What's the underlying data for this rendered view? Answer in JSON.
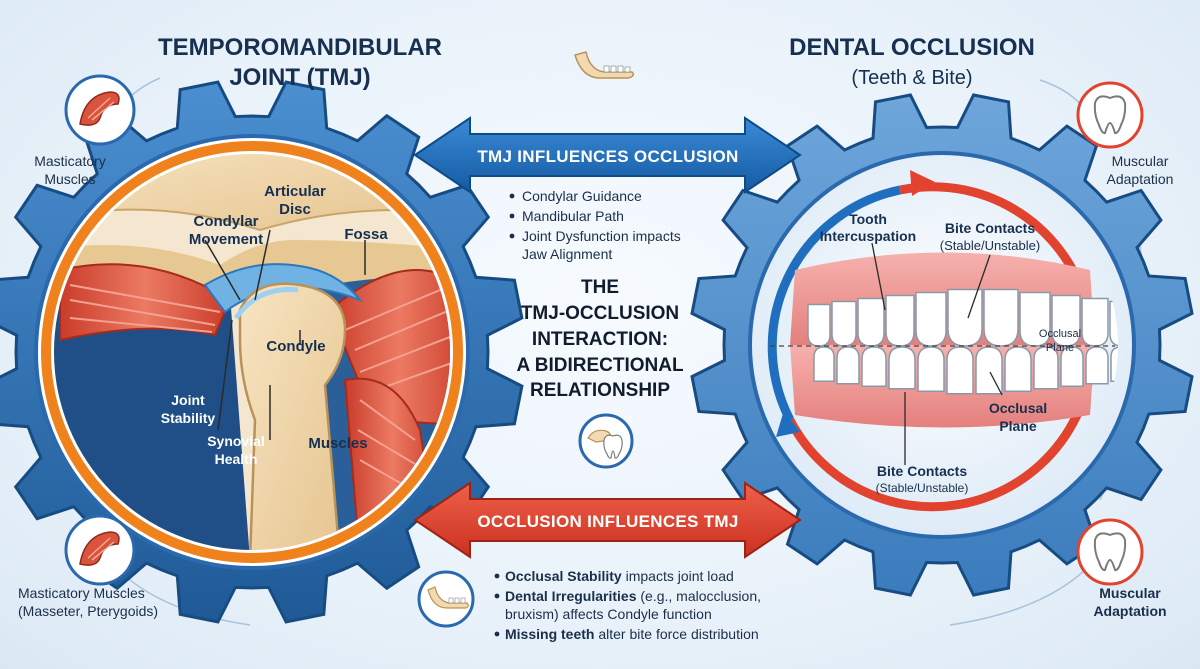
{
  "left": {
    "title_line1": "TEMPOROMANDIBULAR",
    "title_line2": "JOINT (TMJ)",
    "labels": {
      "articular": "Articular",
      "disc": "Disc",
      "condylar": "Condylar",
      "movement": "Movement",
      "fossa": "Fossa",
      "condyle": "Condyle",
      "joint": "Joint",
      "stability": "Stability",
      "synovial": "Synovial",
      "health": "Health",
      "muscles": "Muscles"
    },
    "top_side_line1": "Masticatory",
    "top_side_line2": "Muscles",
    "bottom_side_line1": "Masticatory Muscles",
    "bottom_side_line2": "(Masseter, Pterygoids)"
  },
  "right": {
    "title_line1": "DENTAL OCCLUSION",
    "title_line2": "(Teeth & Bite)",
    "labels": {
      "tooth": "Tooth",
      "intercuspation": "Intercuspation",
      "bite_contacts_top": "Bite Contacts",
      "stable_top": "(Stable/Unstable)",
      "occlusal_small1": "Occlusal",
      "occlusal_small2": "Plane",
      "occlusal_big1": "Occlusal",
      "occlusal_big2": "Plane",
      "bite_contacts_bottom": "Bite Contacts",
      "stable_bottom": "(Stable/Unstable)"
    },
    "top_side_line1": "Muscular",
    "top_side_line2": "Adaptation",
    "bottom_side_line1": "Muscular",
    "bottom_side_line2": "Adaptation"
  },
  "center": {
    "top_banner": "TMJ INFLUENCES OCCLUSION",
    "top_bullets": [
      "Condylar Guidance",
      "Mandibular Path",
      "Joint Dysfunction impacts",
      "Jaw Alignment"
    ],
    "title_lines": [
      "THE",
      "TMJ-OCCLUSION",
      "INTERACTION:",
      "A BIDIRECTIONAL",
      "RELATIONSHIP"
    ],
    "bottom_banner": "OCCLUSION INFLUENCES TMJ",
    "bottom_bullets": [
      {
        "bold": "Occlusal Stability",
        "rest": " impacts joint load"
      },
      {
        "bold": "Dental Irregularities",
        "rest": " (e.g., malocclusion,"
      },
      {
        "bold": "",
        "rest": "bruxism) affects Condyle function"
      },
      {
        "bold": "Missing teeth",
        "rest": " alter bite force distribution"
      }
    ]
  },
  "colors": {
    "gear_blue": "#2f73b8",
    "gear_dark": "#1f5a97",
    "ring_orange": "#f0821e",
    "arrow_blue": "#1f6fbe",
    "arrow_red": "#e2432f",
    "bone": "#f2d9b0",
    "muscle_red": "#d9533d",
    "gum_pink": "#f29a9a"
  },
  "icons": {
    "top_center": "jaw-icon",
    "mid_center": "tooth-jaw-icon",
    "bottom_center": "jaw-icon",
    "left_top": "muscle-icon",
    "left_bottom": "muscle-icon",
    "right_top": "tooth-icon",
    "right_bottom": "tooth-icon"
  }
}
